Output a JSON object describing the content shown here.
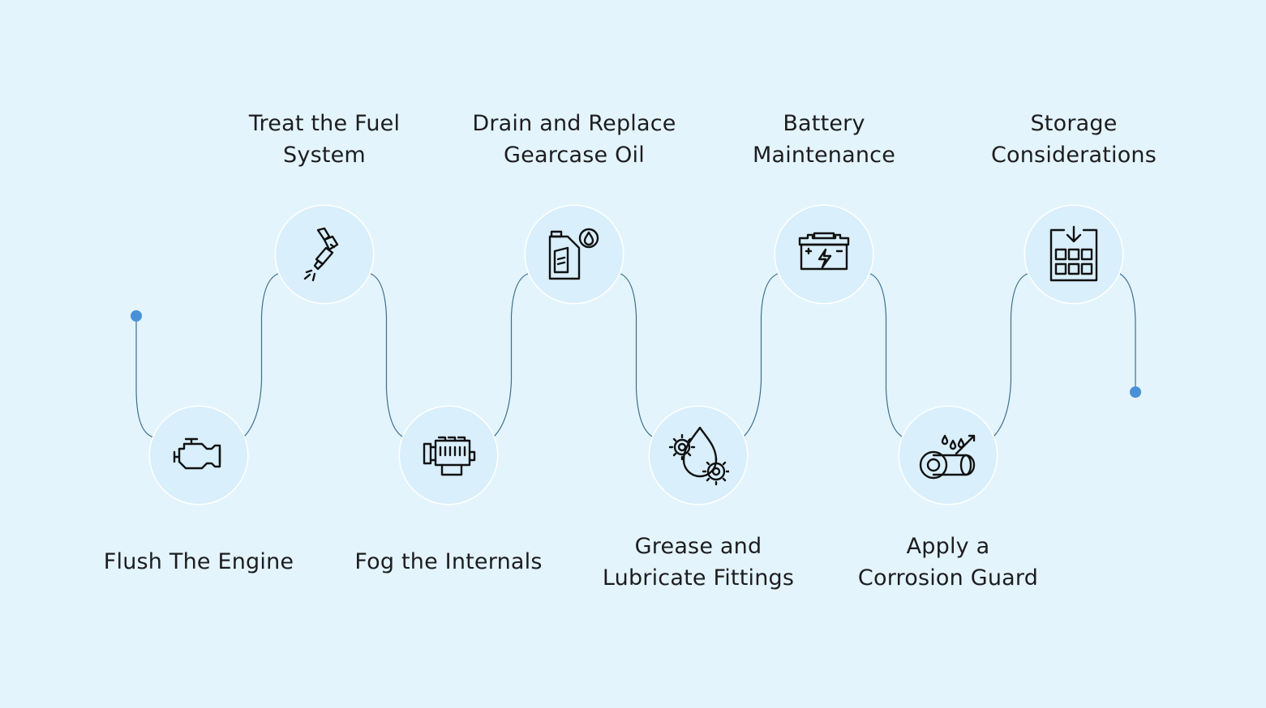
{
  "diagram": {
    "accent_color": "#4a90d9",
    "line_color": "#3d6f8e",
    "steps": [
      {
        "lines": [
          "Flush The Engine"
        ],
        "icon": "engine-icon"
      },
      {
        "lines": [
          "Treat the Fuel",
          "System"
        ],
        "icon": "fuel-injector-icon"
      },
      {
        "lines": [
          "Fog the Internals"
        ],
        "icon": "engine-block-icon"
      },
      {
        "lines": [
          "Drain and Replace",
          "Gearcase Oil"
        ],
        "icon": "oil-bottle-icon"
      },
      {
        "lines": [
          "Grease and",
          "Lubricate Fittings"
        ],
        "icon": "gears-drop-icon"
      },
      {
        "lines": [
          "Battery",
          "Maintenance"
        ],
        "icon": "battery-icon"
      },
      {
        "lines": [
          "Apply a",
          "Corrosion Guard"
        ],
        "icon": "pipe-spray-icon"
      },
      {
        "lines": [
          "Storage",
          "Considerations"
        ],
        "icon": "storage-grid-icon"
      }
    ]
  }
}
